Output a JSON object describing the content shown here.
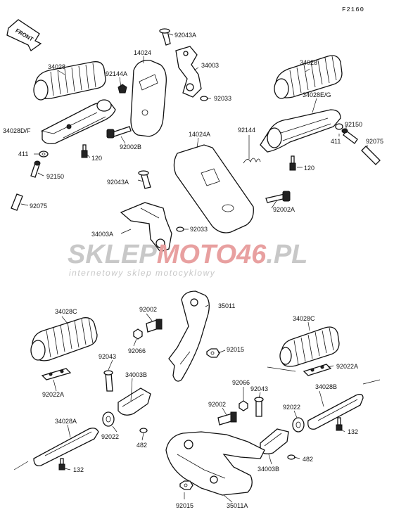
{
  "diagram": {
    "code": "F2160",
    "front_label": "FRONT",
    "watermark": {
      "brand_a": "SKLEP",
      "brand_b": "MOTO46",
      "brand_c": ".PL",
      "tagline": "internetowy sklep motocyklowy",
      "color_gray": "#c8c8c8",
      "color_red": "#e8a0a0"
    },
    "labels": {
      "l34028_tl": "34028",
      "l92144a": "92144A",
      "l14024": "14024",
      "l92043a_t": "92043A",
      "l34003": "34003",
      "l92033_t": "92033",
      "l34028_tr": "34028",
      "l34028eg": "34028E/G",
      "l34028df": "34028D/F",
      "l92002b": "92002B",
      "l411_l": "411",
      "l120_l": "120",
      "l92150_l": "92150",
      "l92075_l": "92075",
      "l14024a": "14024A",
      "l92144": "92144",
      "l92150_r": "92150",
      "l92075_r": "92075",
      "l411_r": "411",
      "l120_r": "120",
      "l92043a_m": "92043A",
      "l92002a": "92002A",
      "l92033_m": "92033",
      "l34003a": "34003A",
      "l34028c_l": "34028C",
      "l92002": "92002",
      "l35011": "35011",
      "l34028c_r": "34028C",
      "l92066_l": "92066",
      "l92015_t": "92015",
      "l92043": "92043",
      "l34003b_l": "34003B",
      "l92022a_l": "92022A",
      "l92022a_r": "92022A",
      "l92066_r": "92066",
      "l92043_r": "92043",
      "l34028b": "34028B",
      "l92002_r": "92002",
      "l92022_r": "92022",
      "l132_r": "132",
      "l92022_l": "92022",
      "l482_l": "482",
      "l34028a": "34028A",
      "l132_l": "132",
      "l34003b_r": "34003B",
      "l482_r": "482",
      "l92015_b": "92015",
      "l35011a": "35011A"
    }
  }
}
